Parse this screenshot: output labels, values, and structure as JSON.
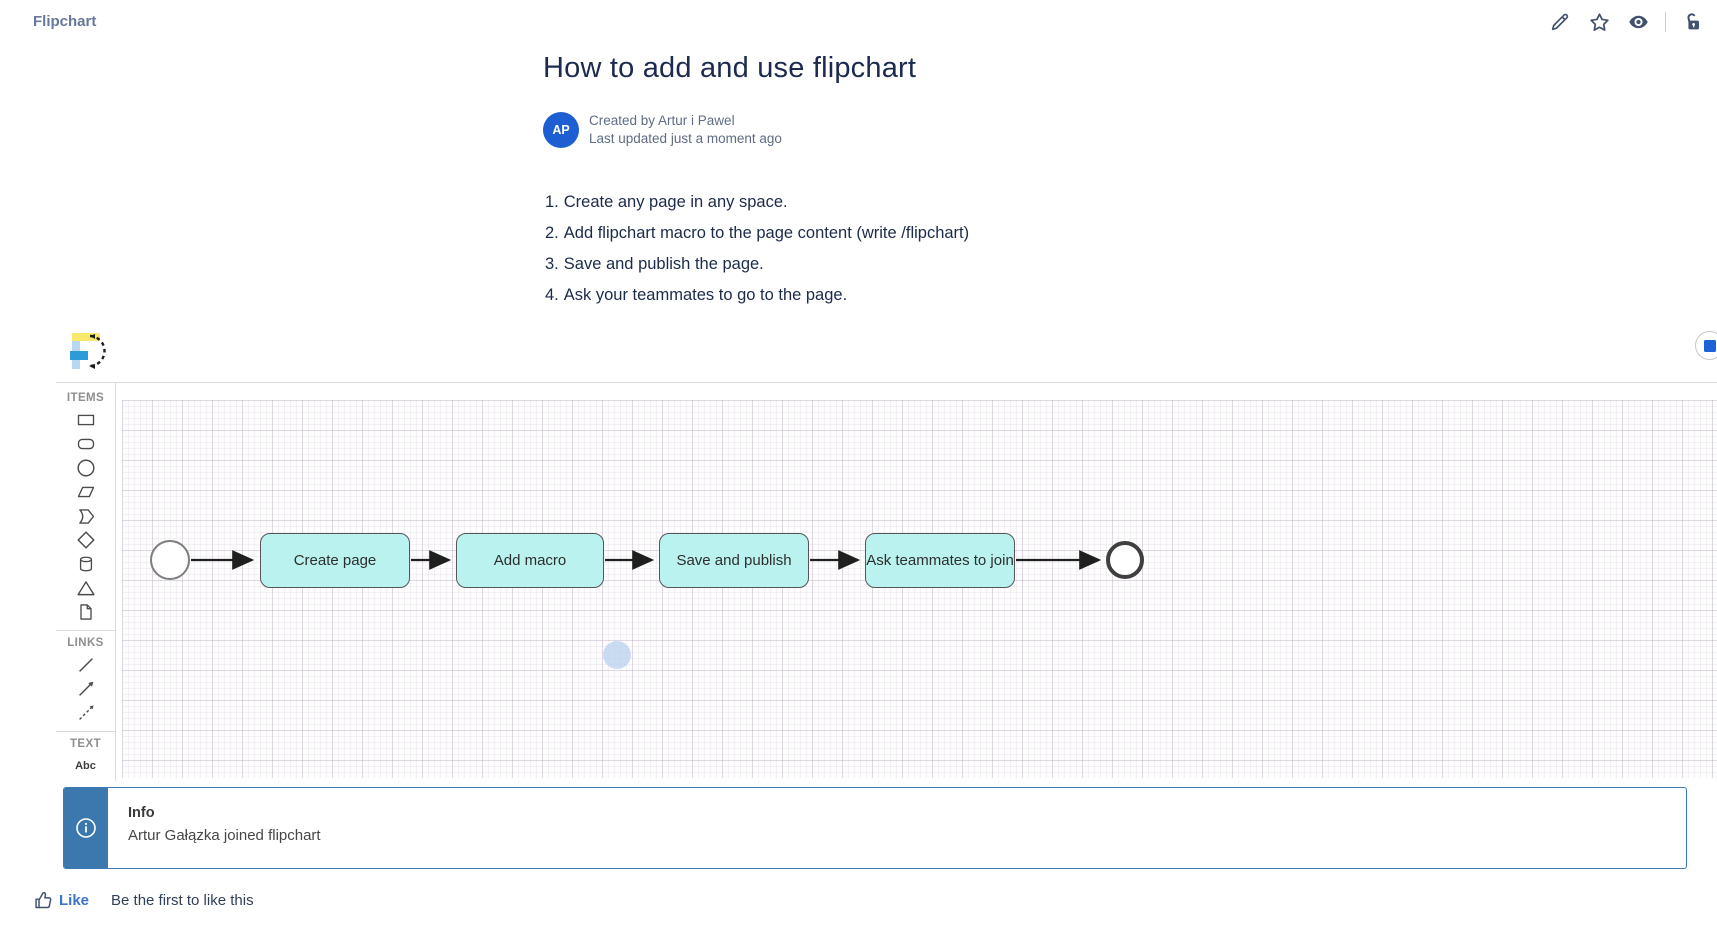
{
  "header": {
    "space_name": "Flipchart"
  },
  "toolbar": {
    "icons": [
      "edit-pencil",
      "star-favorite",
      "watch-eye",
      "unlocked-padlock"
    ]
  },
  "article": {
    "title": "How to add and use flipchart",
    "avatar_initials": "AP",
    "created_by": "Created by Artur i Pawel",
    "last_updated": "Last updated just a moment ago",
    "steps": [
      {
        "num": "1.",
        "text": "Create any page in any space."
      },
      {
        "num": "2.",
        "text": "Add flipchart macro to the page content (write /flipchart)"
      },
      {
        "num": "3.",
        "text": "Save and publish the page."
      },
      {
        "num": "4.",
        "text": "Ask your teammates to go to the page."
      }
    ]
  },
  "flipchart": {
    "sidebar": {
      "items_label": "ITEMS",
      "links_label": "LINKS",
      "text_label": "TEXT",
      "text_tool_label": "Abc",
      "shape_tools": [
        "rectangle",
        "rounded-rectangle",
        "ellipse",
        "parallelogram",
        "chevron",
        "diamond",
        "database-cylinder",
        "triangle",
        "document"
      ],
      "link_tools": [
        "line",
        "arrow-line",
        "dashed-arrow-line"
      ]
    },
    "canvas": {
      "nodes": [
        "Create page",
        "Add macro",
        "Save and publish",
        "Ask teammates to join"
      ],
      "node_fill": "#b9f2ee",
      "start_node": "start-circle",
      "end_node": "end-circle",
      "grid": true
    },
    "stop_button_color": "#1b63d7"
  },
  "info_panel": {
    "title": "Info",
    "message": "Artur Gałązka joined flipchart",
    "accent_color": "#3c78ad"
  },
  "footer": {
    "like_label": "Like",
    "like_hint": "Be the first to like this",
    "like_color": "#3c74c8"
  }
}
